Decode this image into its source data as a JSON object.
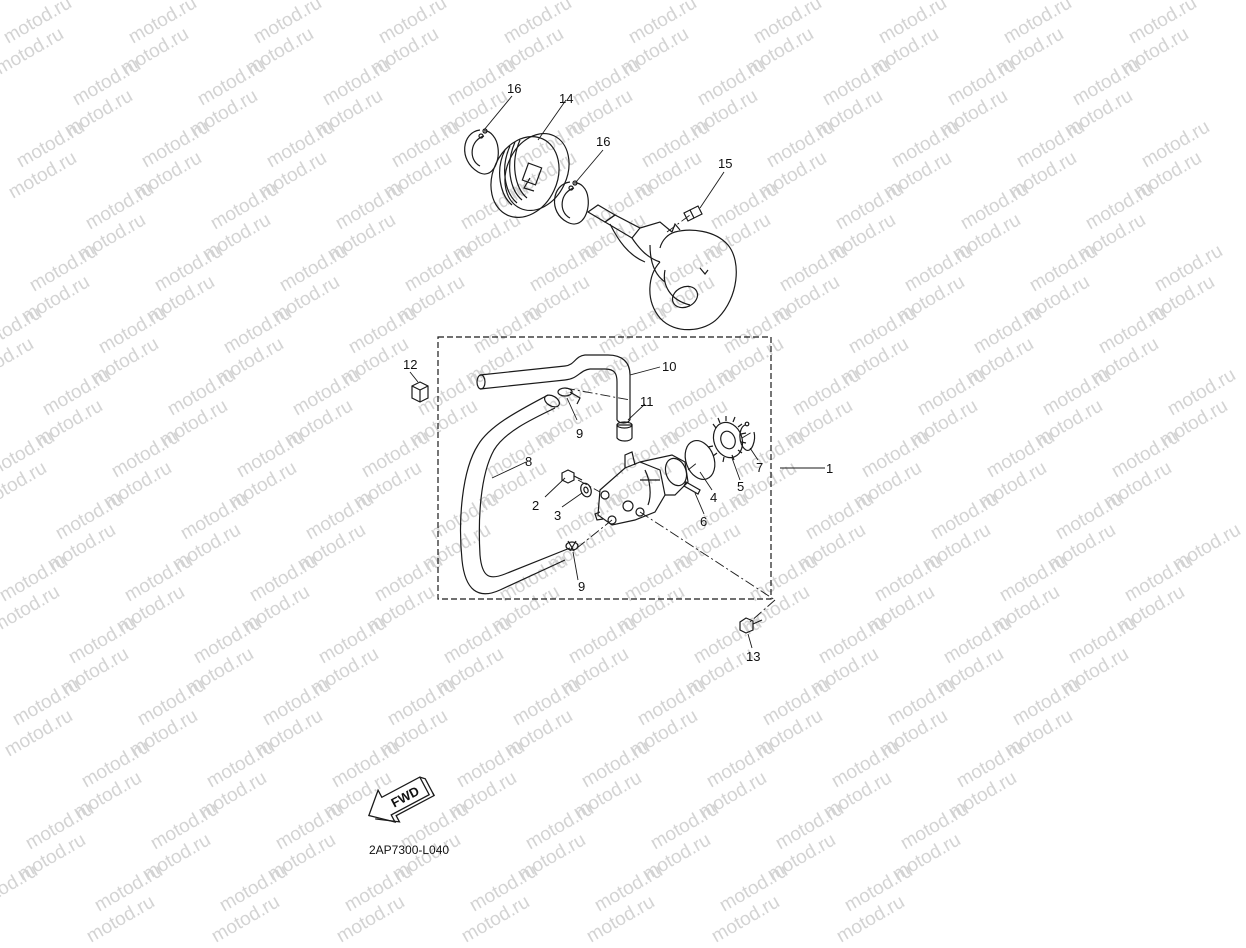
{
  "watermark_text": "motod.ru",
  "colors": {
    "line": "#1a1a1a",
    "watermark": "#d3d3d3",
    "shade": "#9a9a9a"
  },
  "callouts": [
    "1",
    "2",
    "3",
    "4",
    "5",
    "6",
    "7",
    "8",
    "9",
    "9",
    "10",
    "11",
    "12",
    "13",
    "14",
    "15",
    "16",
    "16"
  ],
  "arrow_label": "FWD",
  "diagram_code": "2AP7300-L040"
}
